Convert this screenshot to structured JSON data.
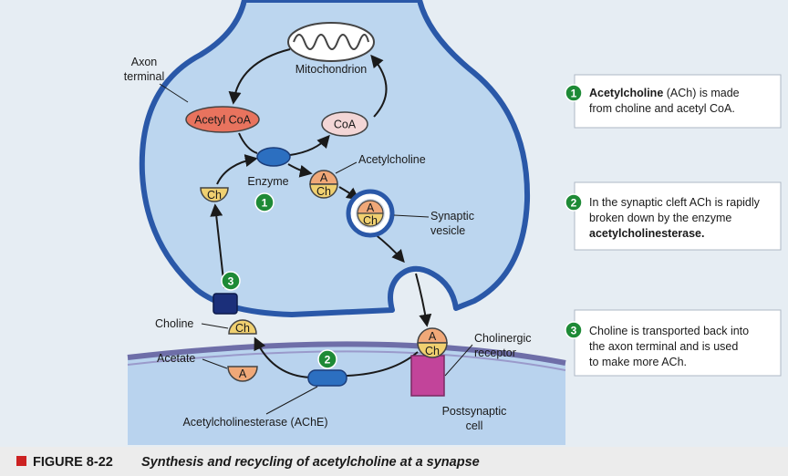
{
  "labels": {
    "axon_terminal_line1": "Axon",
    "axon_terminal_line2": "terminal",
    "mitochondrion": "Mitochondrion",
    "acetyl_coa": "Acetyl CoA",
    "coa": "CoA",
    "enzyme": "Enzyme",
    "acetylcholine": "Acetylcholine",
    "synaptic_vesicle_line1": "Synaptic",
    "synaptic_vesicle_line2": "vesicle",
    "choline": "Choline",
    "acetate": "Acetate",
    "ache": "Acetylcholinesterase (AChE)",
    "cholinergic_receptor_line1": "Cholinergic",
    "cholinergic_receptor_line2": "receptor",
    "postsynaptic_line1": "Postsynaptic",
    "postsynaptic_line2": "cell",
    "mol_a": "A",
    "mol_ch": "Ch"
  },
  "markers": {
    "one": "1",
    "two": "2",
    "three": "3"
  },
  "notes": [
    {
      "number": "1",
      "bold": "Acetylcholine",
      "line1_rest": " (ACh) is made",
      "line2": "from choline and acetyl CoA."
    },
    {
      "number": "2",
      "line1": "In the synaptic cleft ACh is rapidly",
      "line2": "broken down by the enzyme",
      "line3_bold": "acetylcholinesterase."
    },
    {
      "number": "3",
      "line1": "Choline is transported back into",
      "line2": "the axon terminal and is used",
      "line3": "to make more ACh."
    }
  ],
  "caption": {
    "figure": "FIGURE 8-22",
    "text": "Synthesis and recycling of acetylcholine at a synapse"
  },
  "colors": {
    "terminal_fill": "#bcd6ef",
    "membrane": "#2a58a8",
    "acetyl_coa": "#e8735e",
    "coa": "#f3d6d6",
    "acetyl_half": "#f0a878",
    "choline_half": "#f0d070",
    "marker": "#1e8a36",
    "receptor": "#c2449a",
    "ache": "#2c6fc0"
  }
}
